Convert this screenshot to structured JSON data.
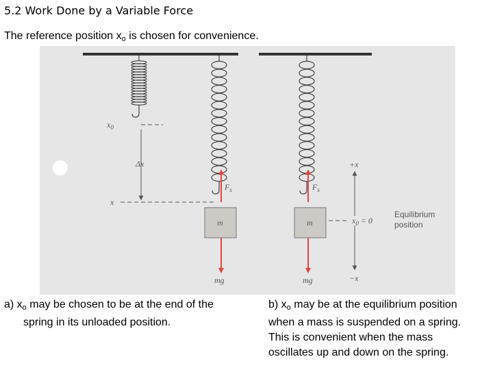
{
  "slide": {
    "title": "5.2 Work Done by a Variable Force",
    "intro_before": "The reference position x",
    "intro_sub": "o",
    "intro_after": " is chosen for convenience."
  },
  "figure": {
    "left_labels": {
      "x0": "x",
      "x0_sub": "0",
      "delta_x": "Δx",
      "x": "x"
    },
    "mid_labels": {
      "fs": "F",
      "fs_sub": "s",
      "m": "m",
      "mg": "mg"
    },
    "right_labels": {
      "fs": "F",
      "fs_sub": "s",
      "m": "m",
      "mg": "mg",
      "plus_x": "+x",
      "minus_x": "−x",
      "x0_eq": "x",
      "x0_sub": "0",
      "x0_val": " = 0",
      "equilibrium_line1": "Equilibrium",
      "equilibrium_line2": "position"
    },
    "colors": {
      "background": "#e6e6e7",
      "arrow": "#e0473c",
      "mass": "#cdcac5",
      "ink": "#444444"
    }
  },
  "captions": {
    "a_prefix": "a)  x",
    "a_sub": "o",
    "a_line1_rest": " may be chosen to be at the end of the",
    "a_line2": "spring in its unloaded position.",
    "b_prefix": "b) x",
    "b_sub": "o",
    "b_line1_rest": " may be at the equilibrium position",
    "b_line2": "when a mass is suspended on a spring.",
    "b_line3": "This is convenient when the mass",
    "b_line4": "oscillates up and down on the spring."
  }
}
